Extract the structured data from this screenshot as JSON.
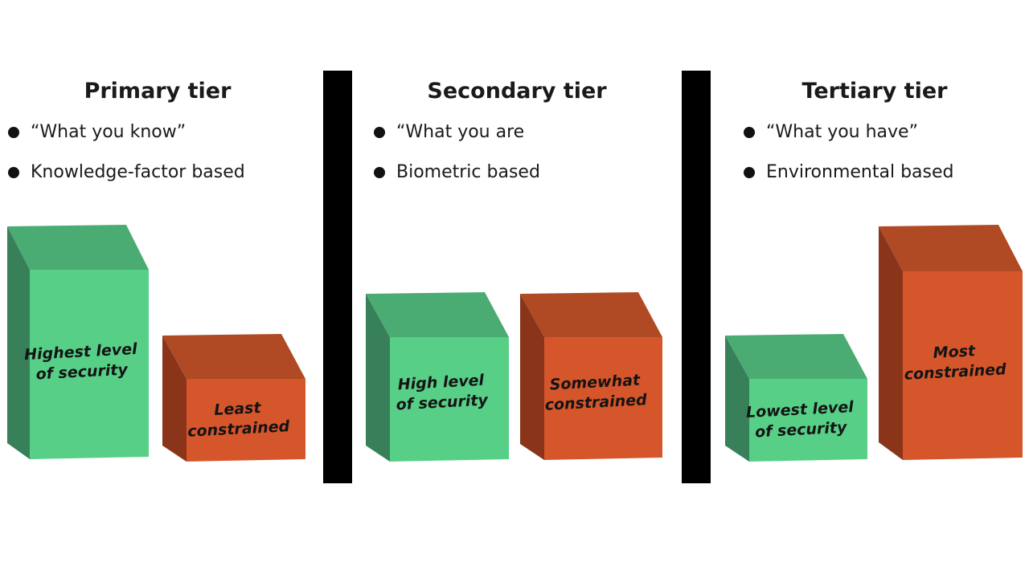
{
  "colors": {
    "green_front": "#57cf87",
    "green_top": "#4aac72",
    "green_side": "#37805a",
    "red_front": "#d6562b",
    "red_top": "#b04a25",
    "red_side": "#8a3519",
    "divider": "#000000"
  },
  "tiers": [
    {
      "title": "Primary tier",
      "bullets": [
        "“What you know”",
        "Knowledge-factor based"
      ],
      "blocks": [
        {
          "label_lines": [
            "Highest level",
            "of security"
          ],
          "color": "green"
        },
        {
          "label_lines": [
            "Least",
            "constrained"
          ],
          "color": "red"
        }
      ]
    },
    {
      "title": "Secondary tier",
      "bullets": [
        "“What you are",
        "Biometric based"
      ],
      "blocks": [
        {
          "label_lines": [
            "High level",
            "of security"
          ],
          "color": "green"
        },
        {
          "label_lines": [
            "Somewhat",
            "constrained"
          ],
          "color": "red"
        }
      ]
    },
    {
      "title": "Tertiary tier",
      "bullets": [
        "“What you have”",
        "Environmental based"
      ],
      "blocks": [
        {
          "label_lines": [
            "Lowest level",
            "of security"
          ],
          "color": "green"
        },
        {
          "label_lines": [
            "Most",
            "constrained"
          ],
          "color": "red"
        }
      ]
    }
  ]
}
